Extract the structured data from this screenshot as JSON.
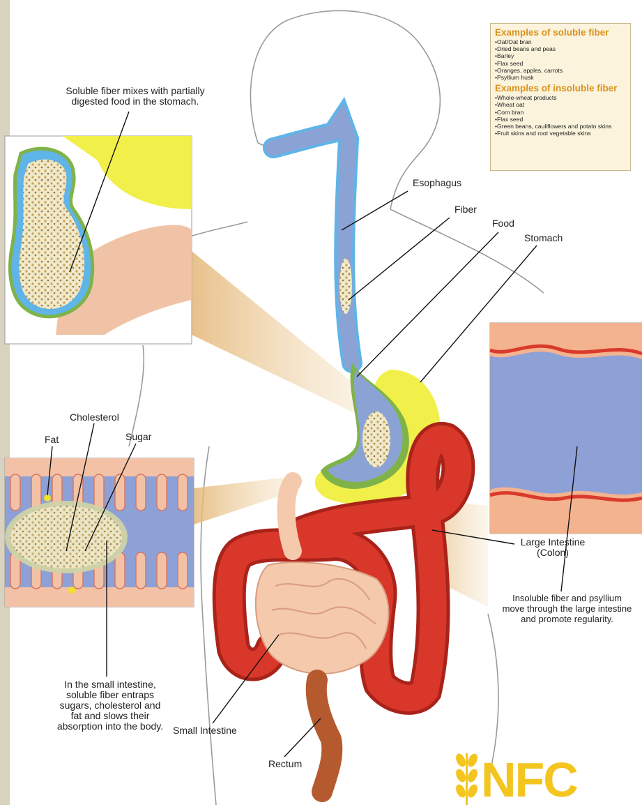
{
  "colors": {
    "fiber_blue": "#5fb4e8",
    "tract_blue": "#8ba3d4",
    "stomach_yellow": "#f1ef4a",
    "large_intestine_red": "#d9372a",
    "small_intestine_peach": "#f4c9ac",
    "rectum_brown": "#b55a2f",
    "beam_tan": "#e4b676",
    "heading_orange": "#d9921d",
    "logo_yellow": "#f3c51e"
  },
  "examples": {
    "soluble_title": "Examples of soluble fiber",
    "soluble_items": [
      "Oat/Oat bran",
      "Dried beans and peas",
      "Barley",
      "Flax seed",
      "Oranges, apples, carrots",
      "Psyllium husk"
    ],
    "insoluble_title": "Examples of insoluble fiber",
    "insoluble_items": [
      "Whole-wheat products",
      "Wheat oat",
      "Corn bran",
      "Flax seed",
      "Green beans, cauliflowers and potato skins",
      "Fruit skins and root vegetable skins"
    ]
  },
  "labels": {
    "esophagus": "Esophagus",
    "fiber": "Fiber",
    "food": "Food",
    "stomach": "Stomach",
    "cholesterol": "Cholesterol",
    "fat": "Fat",
    "sugar": "Sugar",
    "large_intestine_line1": "Large Intestine",
    "large_intestine_line2": "(Colon)",
    "small_intestine": "Small Intestine",
    "rectum": "Rectum"
  },
  "captions": {
    "stomach_caption": [
      "Soluble fiber mixes with partially",
      "digested food in the stomach."
    ],
    "small_intestine_caption": [
      "In the small intestine,",
      "soluble fiber entraps",
      "sugars, cholesterol and",
      "fat and slows their",
      "absorption into the body."
    ],
    "large_intestine_caption": [
      "Insoluble fiber and psyllium",
      "move through the large intestine",
      "and promote regularity."
    ]
  },
  "logo": {
    "text": "NFC",
    "icon": "wheat-icon"
  }
}
